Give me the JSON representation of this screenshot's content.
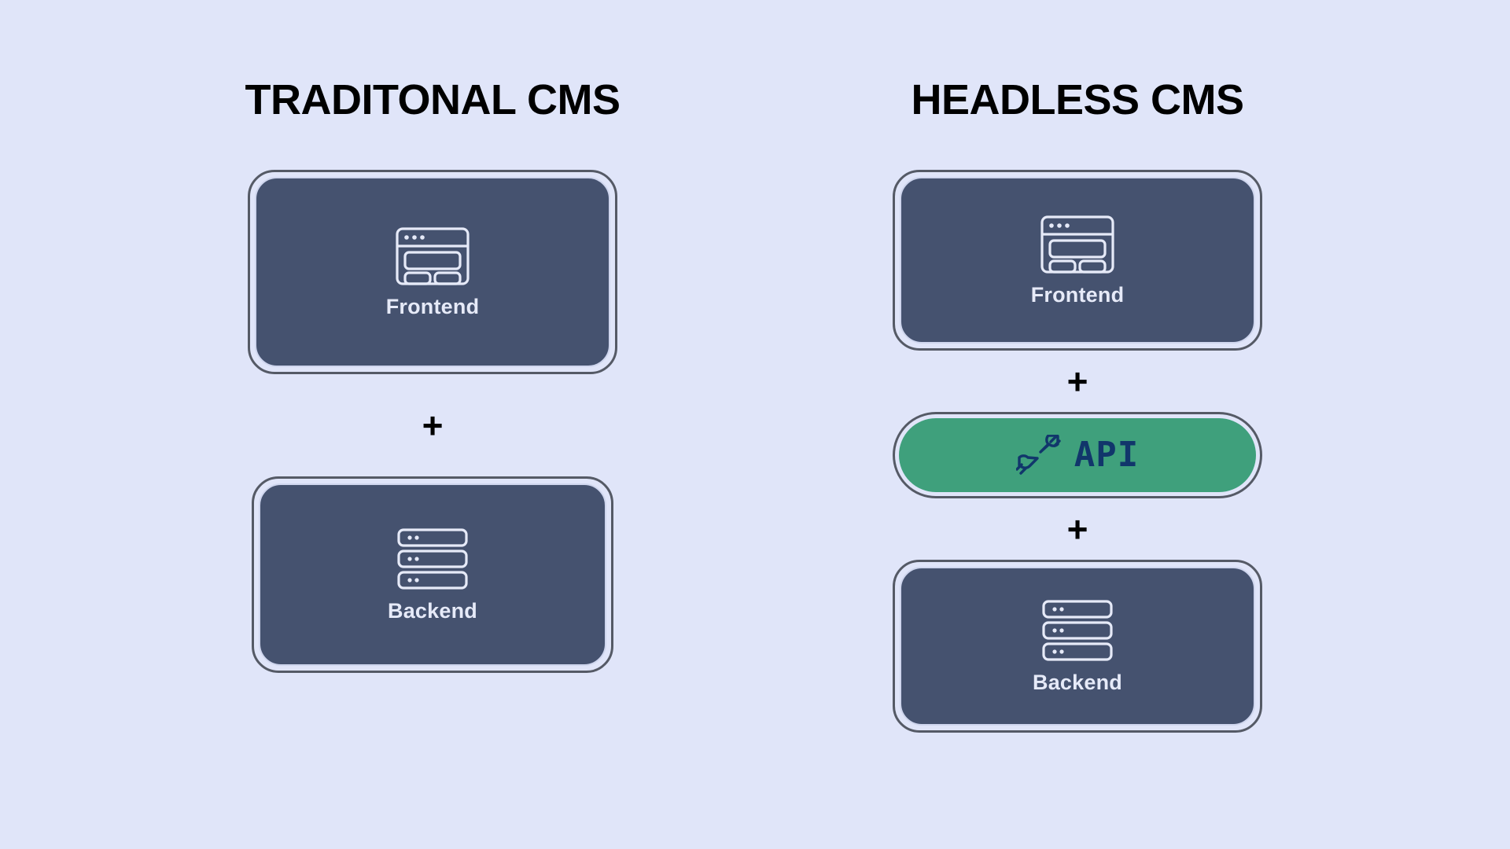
{
  "background_color": "#e0e5f9",
  "card_fill_color": "#45526f",
  "card_outer_stroke_color": "#555a66",
  "card_inner_stroke_color": "#cfd6ee",
  "api_green_color": "#3fa07c",
  "api_text_color": "#11366b",
  "title_color": "#000000",
  "label_color": "#e6eaf8",
  "columns": [
    {
      "id": "traditional",
      "title": "TRADITONAL CMS",
      "blocks": [
        {
          "kind": "card",
          "icon": "browser-window-icon",
          "label": "Frontend"
        },
        {
          "kind": "operator",
          "symbol": "+"
        },
        {
          "kind": "card",
          "icon": "server-stack-icon",
          "label": "Backend"
        }
      ]
    },
    {
      "id": "headless",
      "title": "HEADLESS CMS",
      "blocks": [
        {
          "kind": "card",
          "icon": "browser-window-icon",
          "label": "Frontend"
        },
        {
          "kind": "operator",
          "symbol": "+"
        },
        {
          "kind": "pill",
          "icon": "plug-connector-icon",
          "label": "API"
        },
        {
          "kind": "operator",
          "symbol": "+"
        },
        {
          "kind": "card",
          "icon": "server-stack-icon",
          "label": "Backend"
        }
      ]
    }
  ]
}
